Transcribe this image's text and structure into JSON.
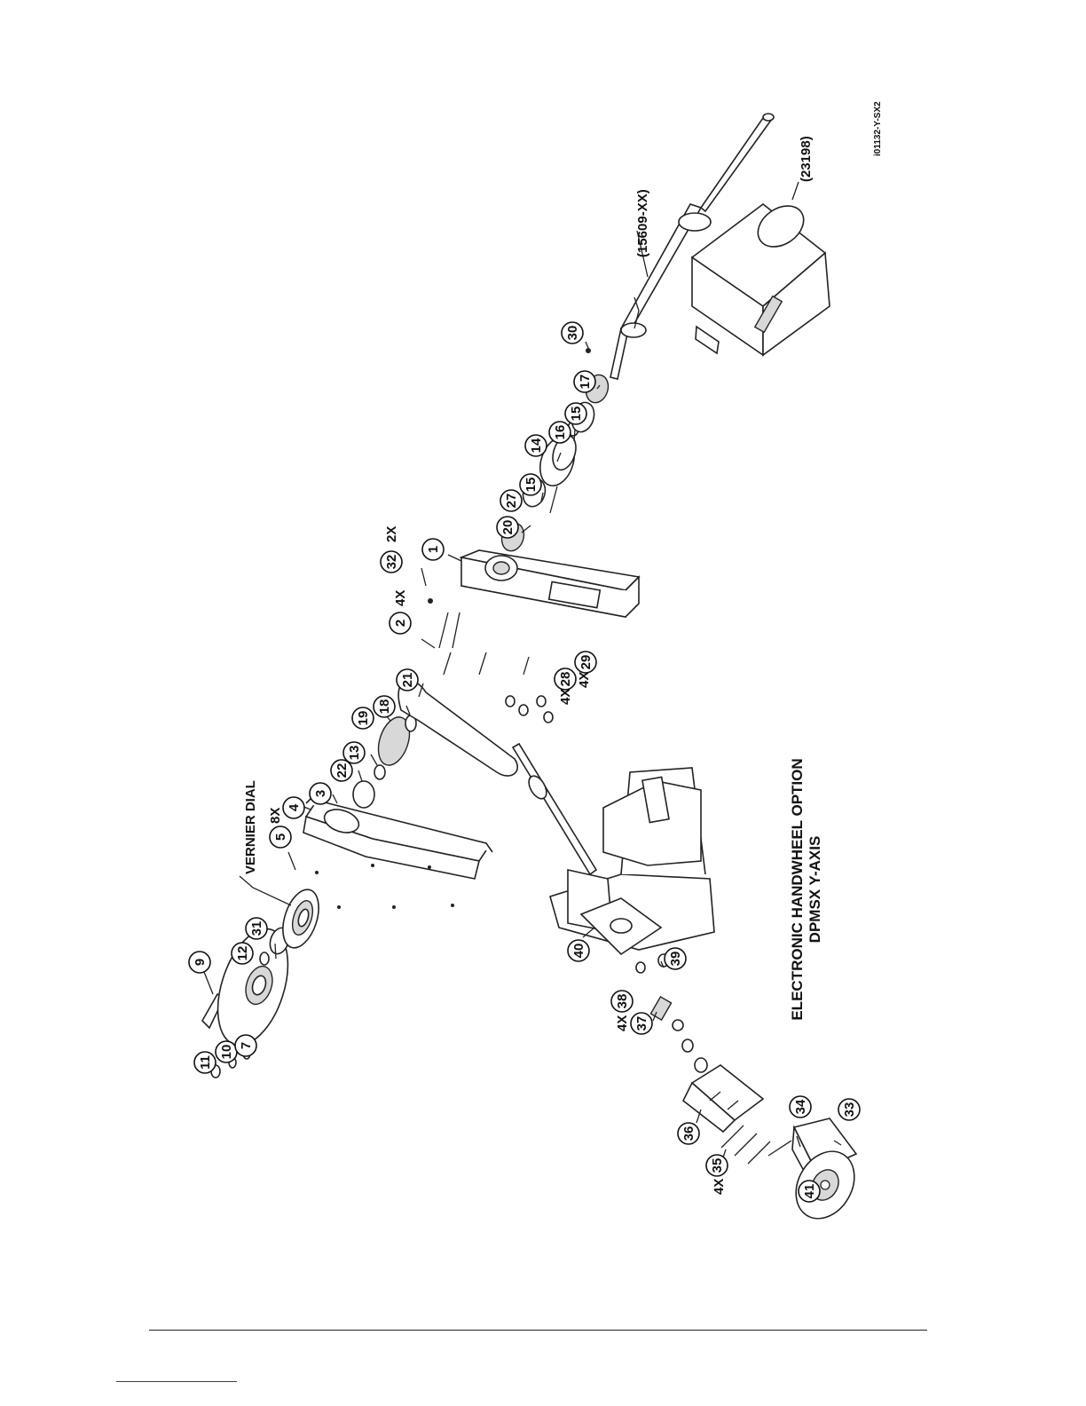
{
  "title": {
    "line1": "ELECTRONIC HANDWHEEL OPTION",
    "line2": "DPMSX Y-AXIS"
  },
  "drawing_id": "i01132-Y-SX2",
  "labels": {
    "vernier_dial": "VERNIER DIAL",
    "ballscrew": "(15609-XX)",
    "motor": "(23198)"
  },
  "callouts": [
    {
      "id": "c11",
      "text": "11"
    },
    {
      "id": "c10",
      "text": "10"
    },
    {
      "id": "c7",
      "text": "7"
    },
    {
      "id": "c9",
      "text": "9"
    },
    {
      "id": "c12",
      "text": "12"
    },
    {
      "id": "c31",
      "text": "31"
    },
    {
      "id": "c5",
      "text": "5"
    },
    {
      "id": "c4",
      "text": "4"
    },
    {
      "id": "c3",
      "text": "3"
    },
    {
      "id": "c22",
      "text": "22"
    },
    {
      "id": "c13",
      "text": "13"
    },
    {
      "id": "c19",
      "text": "19"
    },
    {
      "id": "c18",
      "text": "18"
    },
    {
      "id": "c21",
      "text": "21"
    },
    {
      "id": "c2",
      "text": "2"
    },
    {
      "id": "c1",
      "text": "1"
    },
    {
      "id": "c32",
      "text": "32"
    },
    {
      "id": "c28",
      "text": "28"
    },
    {
      "id": "c29",
      "text": "29"
    },
    {
      "id": "c20",
      "text": "20"
    },
    {
      "id": "c27",
      "text": "27"
    },
    {
      "id": "c15a",
      "text": "15"
    },
    {
      "id": "c14",
      "text": "14"
    },
    {
      "id": "c16",
      "text": "16"
    },
    {
      "id": "c15b",
      "text": "15"
    },
    {
      "id": "c17",
      "text": "17"
    },
    {
      "id": "c30",
      "text": "30"
    },
    {
      "id": "c40",
      "text": "40"
    },
    {
      "id": "c39",
      "text": "39"
    },
    {
      "id": "c38",
      "text": "38"
    },
    {
      "id": "c37",
      "text": "37"
    },
    {
      "id": "c36",
      "text": "36"
    },
    {
      "id": "c35",
      "text": "35"
    },
    {
      "id": "c34",
      "text": "34"
    },
    {
      "id": "c33",
      "text": "33"
    },
    {
      "id": "c41",
      "text": "41"
    }
  ],
  "quantities": [
    {
      "id": "q5",
      "text": "8X"
    },
    {
      "id": "q2",
      "text": "4X"
    },
    {
      "id": "q32",
      "text": "2X"
    },
    {
      "id": "q28",
      "text": "4X"
    },
    {
      "id": "q29",
      "text": "4X"
    },
    {
      "id": "q38",
      "text": "4X"
    },
    {
      "id": "q35",
      "text": "4X"
    }
  ]
}
